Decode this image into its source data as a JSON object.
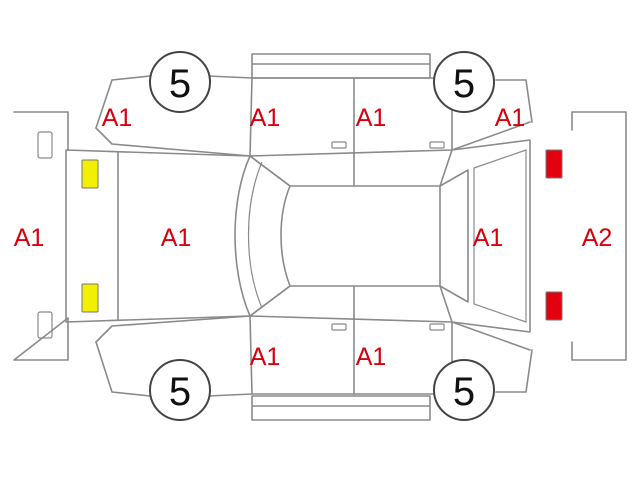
{
  "colors": {
    "line": "#8a8a8a",
    "code": "#d9000c",
    "lamp_front": "#f2ef00",
    "lamp_rear": "#e3000f",
    "wheel_text": "#111111"
  },
  "codes": {
    "front_bumper": "A1",
    "front_left_fender": "A1",
    "front_left_door": "A1",
    "rear_left_door": "A1",
    "rear_left_quarter": "A1",
    "hood": "A1",
    "rear_window": "A1",
    "rear_bumper": "A2",
    "front_right_door": "A1",
    "rear_right_door": "A1"
  },
  "wheels": {
    "front_left": "5",
    "rear_left": "5",
    "front_right": "5",
    "rear_right": "5"
  }
}
